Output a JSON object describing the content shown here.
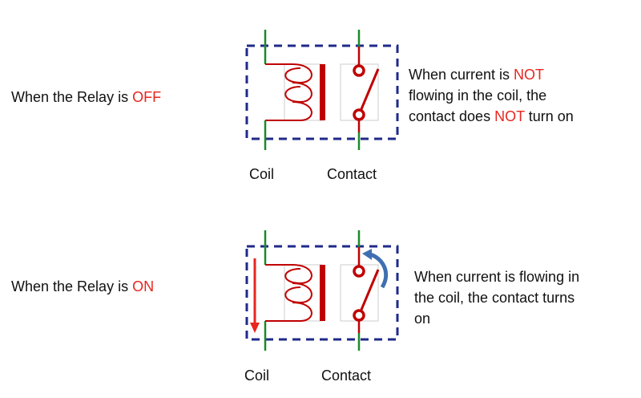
{
  "off": {
    "label_prefix": "When the Relay is ",
    "label_state": "OFF",
    "desc_line1_prefix": "When current is ",
    "desc_line1_emph": "NOT",
    "desc_line2": "flowing in the coil, the",
    "desc_line3_prefix": "contact does ",
    "desc_line3_emph": "NOT",
    "desc_line3_suffix": " turn on",
    "coil_label": "Coil",
    "contact_label": "Contact"
  },
  "on": {
    "label_prefix": "When the Relay is ",
    "label_state": "ON",
    "desc_line1": "When current is flowing in",
    "desc_line2": "the coil, the contact turns",
    "desc_line3": "on",
    "coil_label": "Coil",
    "contact_label": "Contact"
  },
  "colors": {
    "wire_red": "#c00000",
    "wire_green": "#1a8a2a",
    "box_blue": "#1f2a8a",
    "emph": "#e8251f",
    "arrow_blue": "#3f6fb0"
  }
}
